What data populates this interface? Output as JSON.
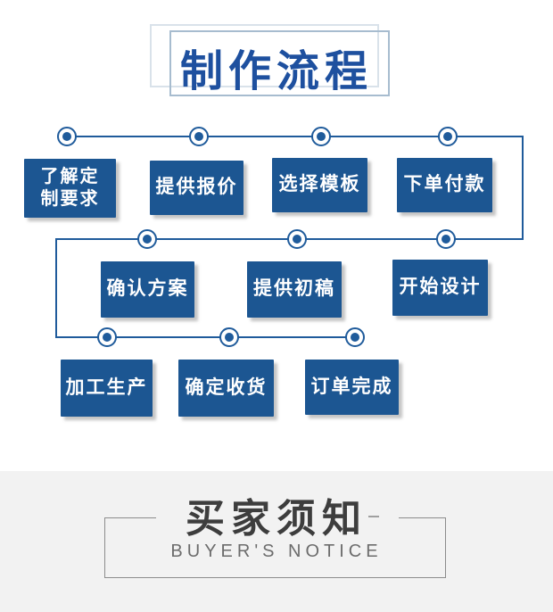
{
  "header": {
    "title": "制作流程"
  },
  "flow": {
    "steps": [
      {
        "label": "了解定\n制要求"
      },
      {
        "label": "提供报价"
      },
      {
        "label": "选择模板"
      },
      {
        "label": "下单付款"
      },
      {
        "label": "确认方案"
      },
      {
        "label": "提供初稿"
      },
      {
        "label": "开始设计"
      },
      {
        "label": "加工生产"
      },
      {
        "label": "确定收货"
      },
      {
        "label": "订单完成"
      }
    ]
  },
  "notice": {
    "title": "买家须知",
    "subtitle": "BUYER'S NOTICE"
  },
  "icons": {
    "node": "circle-node-icon"
  },
  "colors": {
    "step_box_blue": "#1c5692",
    "flow_line_blue": "#1f5b9b",
    "header_title_blue": "#1e509f",
    "notice_background_gray": "#f2f2f2",
    "notice_title_gray": "#3d3d3d",
    "notice_subtitle_gray": "#6c6c6c"
  }
}
